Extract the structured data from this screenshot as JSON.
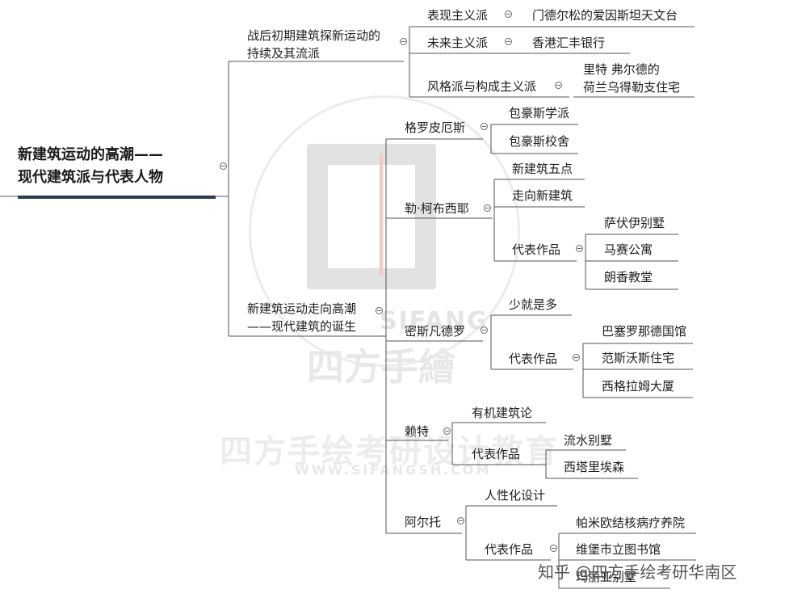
{
  "watermark": {
    "brand_en": "SIFANG",
    "brand_cn": "四方手繪",
    "slogan_cn": "四方手绘考研设计教育",
    "url": "WWW.SIFANGSH.COM",
    "platform": "知乎 @四方手绘考研华南区"
  },
  "root": {
    "line1": "新建筑运动的高潮——",
    "line2": "现代建筑派与代表人物"
  },
  "branch1": {
    "line1": "战后初期建筑探新运动的",
    "line2": "持续及其流派",
    "expressionism": "表现主义派",
    "einstein_tower": "门德尔松的爱因斯坦天文台",
    "futurism": "未来主义派",
    "hsbc": "香港汇丰银行",
    "destijl": "风格派与构成主义派",
    "rietveld_line1": "里特 弗尔德的",
    "rietveld_line2": "荷兰乌得勒支住宅"
  },
  "branch2": {
    "line1": "新建筑运动走向高潮",
    "line2": "——现代建筑的诞生",
    "gropius": {
      "name": "格罗皮厄斯",
      "items": [
        "包豪斯学派",
        "包豪斯校舍"
      ]
    },
    "corbusier": {
      "name": "勒·柯布西耶",
      "items": [
        "新建筑五点",
        "走向新建筑"
      ],
      "works_label": "代表作品",
      "works": [
        "萨伏伊别墅",
        "马赛公寓",
        "朗香教堂"
      ]
    },
    "mies": {
      "name": "密斯凡德罗",
      "items": [
        "少就是多"
      ],
      "works_label": "代表作品",
      "works": [
        "巴塞罗那德国馆",
        "范斯沃斯住宅",
        "西格拉姆大厦"
      ]
    },
    "wright": {
      "name": "赖特",
      "items": [
        "有机建筑论"
      ],
      "works_label": "代表作品",
      "works": [
        "流水别墅",
        "西塔里埃森"
      ]
    },
    "aalto": {
      "name": "阿尔托",
      "items": [
        "人性化设计"
      ],
      "works_label": "代表作品",
      "works": [
        "帕米欧结核病疗养院",
        "维堡市立图书馆",
        "玛丽亚别墅"
      ]
    }
  }
}
